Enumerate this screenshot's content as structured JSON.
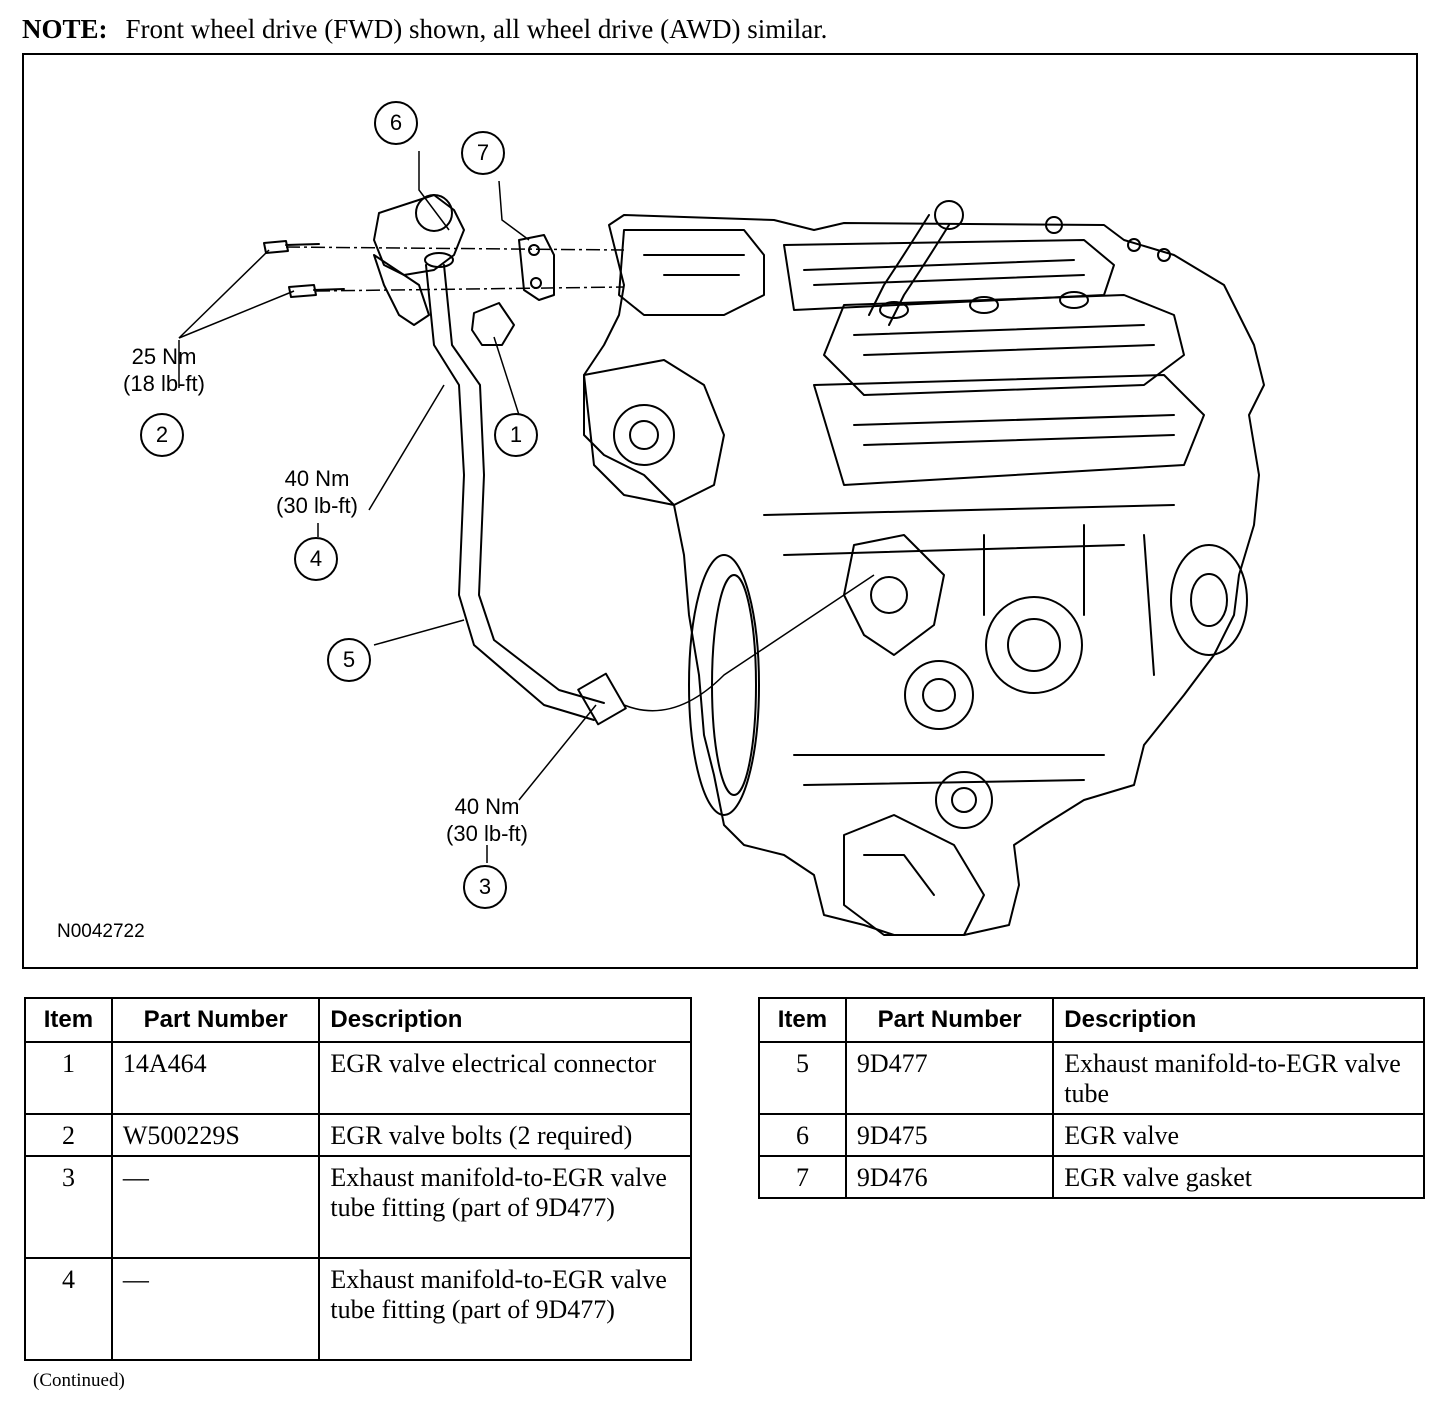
{
  "note": {
    "label": "NOTE:",
    "text": "Front wheel drive (FWD) shown, all wheel drive (AWD) similar."
  },
  "figure": {
    "id": "N0042722",
    "torque_labels": [
      {
        "nm": "25 Nm",
        "lbft": "(18 lb-ft)"
      },
      {
        "nm": "40 Nm",
        "lbft": "(30 lb-ft)"
      },
      {
        "nm": "40 Nm",
        "lbft": "(30 lb-ft)"
      }
    ],
    "callouts": [
      "1",
      "2",
      "3",
      "4",
      "5",
      "6",
      "7"
    ]
  },
  "table_headers": {
    "item": "Item",
    "part_number": "Part Number",
    "description": "Description"
  },
  "left_table": [
    {
      "item": "1",
      "part_number": "14A464",
      "description": "EGR valve electrical connector"
    },
    {
      "item": "2",
      "part_number": "W500229S",
      "description": "EGR valve bolts (2 required)"
    },
    {
      "item": "3",
      "part_number": "—",
      "description": "Exhaust manifold-to-EGR valve tube fitting (part of 9D477)"
    },
    {
      "item": "4",
      "part_number": "—",
      "description": "Exhaust manifold-to-EGR valve tube fitting (part of 9D477)"
    }
  ],
  "right_table": [
    {
      "item": "5",
      "part_number": "9D477",
      "description": "Exhaust manifold-to-EGR valve tube"
    },
    {
      "item": "6",
      "part_number": "9D475",
      "description": "EGR valve"
    },
    {
      "item": "7",
      "part_number": "9D476",
      "description": "EGR valve gasket"
    }
  ],
  "continued": "(Continued)"
}
